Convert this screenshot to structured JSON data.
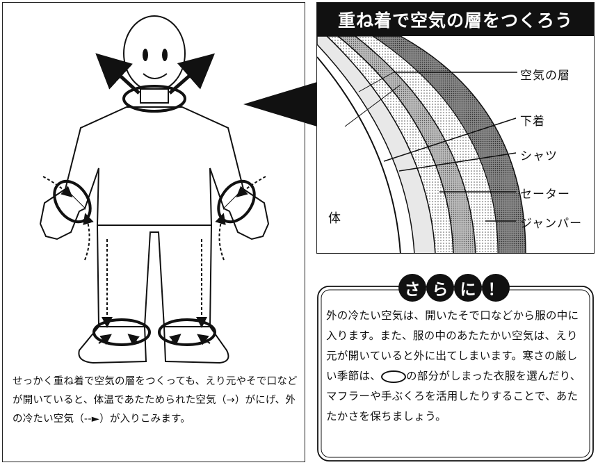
{
  "left_panel": {
    "caption": "せっかく重ね着で空気の層をつくっても、えり元やそで口などが開いていると、体温であたためられた空気（→）がにげ、外の冷たい空気（--►）が入りこみます。"
  },
  "right_panel": {
    "title": "重ね着で空気の層をつくろう",
    "labels": {
      "air_layer": "空気の層",
      "underwear": "下着",
      "shirt": "シャツ",
      "sweater": "セーター",
      "jumper": "ジャンパー",
      "body": "体"
    }
  },
  "extra": {
    "badge": [
      "さ",
      "ら",
      "に",
      "！"
    ],
    "text_before_oval": "外の冷たい空気は、開いたそで口などから服の中に入ります。また、服の中のあたたかい空気は、えり元が開いていると外に出てしまいます。寒さの厳しい季節は、",
    "text_after_oval": "の部分がしまった衣服を選んだり、マフラーや手ぶくろを活用したりすることで、あたたかさを保ちましょう。"
  }
}
